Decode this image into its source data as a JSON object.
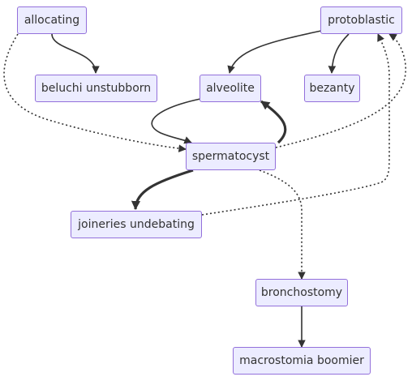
{
  "diagram": {
    "colors": {
      "node_fill": "#ececff",
      "node_border": "#9370db",
      "edge": "#333333",
      "text": "#333333"
    },
    "nodes": [
      {
        "id": "allocating",
        "label": "allocating"
      },
      {
        "id": "protoblastic",
        "label": "protoblastic"
      },
      {
        "id": "beluchi",
        "label": "beluchi unstubborn"
      },
      {
        "id": "alveolite",
        "label": "alveolite"
      },
      {
        "id": "bezanty",
        "label": "bezanty"
      },
      {
        "id": "spermatocyst",
        "label": "spermatocyst"
      },
      {
        "id": "joineries",
        "label": "joineries undebating"
      },
      {
        "id": "bronchostomy",
        "label": "bronchostomy"
      },
      {
        "id": "macrostomia",
        "label": "macrostomia boomier"
      }
    ],
    "edges": [
      {
        "from": "allocating",
        "to": "beluchi",
        "style": "solid"
      },
      {
        "from": "allocating",
        "to": "spermatocyst",
        "style": "dotted"
      },
      {
        "from": "protoblastic",
        "to": "alveolite",
        "style": "solid"
      },
      {
        "from": "protoblastic",
        "to": "bezanty",
        "style": "solid"
      },
      {
        "from": "alveolite",
        "to": "spermatocyst",
        "style": "solid"
      },
      {
        "from": "spermatocyst",
        "to": "alveolite",
        "style": "thick"
      },
      {
        "from": "spermatocyst",
        "to": "protoblastic",
        "style": "dotted"
      },
      {
        "from": "spermatocyst",
        "to": "joineries",
        "style": "thick"
      },
      {
        "from": "spermatocyst",
        "to": "bronchostomy",
        "style": "dotted"
      },
      {
        "from": "joineries",
        "to": "protoblastic",
        "style": "dotted"
      },
      {
        "from": "bronchostomy",
        "to": "macrostomia",
        "style": "solid"
      }
    ]
  }
}
